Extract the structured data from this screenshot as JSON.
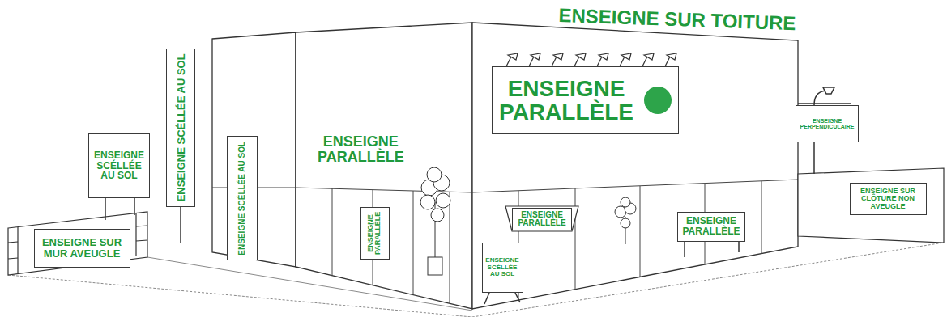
{
  "diagram": {
    "nodes": [
      {
        "text": [
          "ENSEIGNE SCÉLLÉE AU SOL"
        ]
      },
      {
        "text": [
          "ENSEIGNE SUR MUR AVEUGLE"
        ]
      },
      {
        "text": [
          "ENSEIGNE SCÉLLÉE AU SOL"
        ]
      },
      {
        "text": [
          "ENSEIGNE SCÉLLÉE AU SOL"
        ]
      },
      {
        "text": [
          "ENSEIGNE PARALLÈLE"
        ]
      },
      {
        "text": [
          "ENSEIGNE PARALLÈLE"
        ]
      },
      {
        "text": [
          "ENSEIGNE SCÉLLÉE AU SOL"
        ]
      },
      {
        "text": [
          "ENSEIGNE PARALLÈLE"
        ]
      },
      {
        "text": [
          "ENSEIGNE PARALLÈLE"
        ]
      },
      {
        "text": [
          "ENSEIGNE PERPENDICULAIRE"
        ]
      },
      {
        "text": [
          "ENSEIGNE SUR CLÔTURE NON AVEUGLE"
        ]
      }
    ],
    "labels": [
      "ENSEIGNE SUR TOITURE",
      "ENSEIGNE PARALLÈLE"
    ]
  }
}
